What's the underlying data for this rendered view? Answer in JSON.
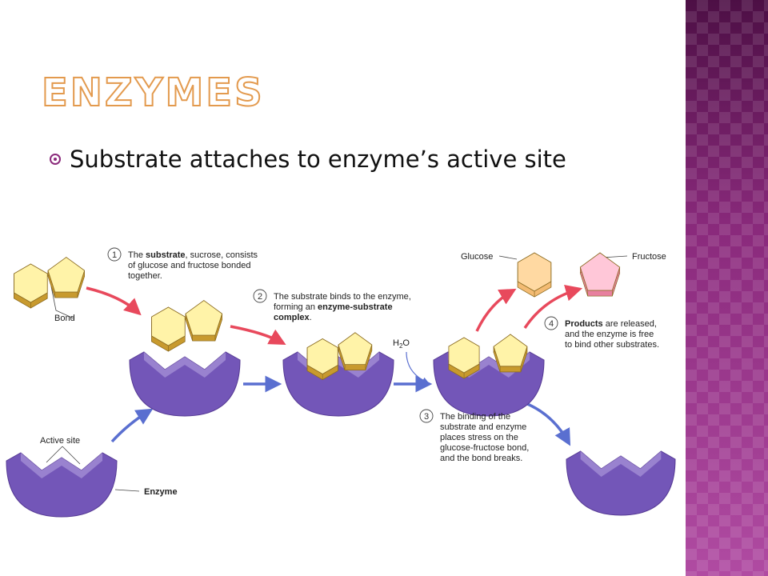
{
  "slide": {
    "title": "Enzymes",
    "bullet": "Substrate attaches to enzyme’s active site"
  },
  "diagram": {
    "labels": {
      "bond": "Bond",
      "active_site": "Active site",
      "enzyme": "Enzyme",
      "glucose": "Glucose",
      "fructose": "Fructose",
      "h2o_h": "H",
      "h2o_sub": "2",
      "h2o_o": "O"
    },
    "steps": [
      {
        "num": "1",
        "lines": [
          [
            {
              "b": false,
              "t": "The "
            },
            {
              "b": true,
              "t": "substrate"
            },
            {
              "b": false,
              "t": ", sucrose, consists"
            }
          ],
          [
            {
              "b": false,
              "t": "of glucose and fructose bonded"
            }
          ],
          [
            {
              "b": false,
              "t": "together."
            }
          ]
        ]
      },
      {
        "num": "2",
        "lines": [
          [
            {
              "b": false,
              "t": "The substrate binds to the enzyme,"
            }
          ],
          [
            {
              "b": false,
              "t": "forming an "
            },
            {
              "b": true,
              "t": "enzyme-substrate"
            }
          ],
          [
            {
              "b": true,
              "t": "complex"
            },
            {
              "b": false,
              "t": "."
            }
          ]
        ]
      },
      {
        "num": "3",
        "lines": [
          [
            {
              "b": false,
              "t": "The binding of the"
            }
          ],
          [
            {
              "b": false,
              "t": "substrate and enzyme"
            }
          ],
          [
            {
              "b": false,
              "t": "places stress on the"
            }
          ],
          [
            {
              "b": false,
              "t": "glucose-fructose bond,"
            }
          ],
          [
            {
              "b": false,
              "t": "and the bond breaks."
            }
          ]
        ]
      },
      {
        "num": "4",
        "lines": [
          [
            {
              "b": true,
              "t": "Products"
            },
            {
              "b": false,
              "t": " are released,"
            }
          ],
          [
            {
              "b": false,
              "t": "and the enzyme is free"
            }
          ],
          [
            {
              "b": false,
              "t": "to bind other substrates."
            }
          ]
        ]
      }
    ],
    "colors": {
      "enzyme_light": "#a08ad2",
      "enzyme": "#7356b8",
      "enzyme_dark": "#563a94",
      "substrate_light": "#fff3a8",
      "substrate": "#f6dc74",
      "substrate_dark": "#c89a2e",
      "glucose_light": "#ffd9a2",
      "glucose": "#f3bb73",
      "fructose_light": "#ffc7d8",
      "fructose": "#e7809f",
      "red_arrow": "#e8495c",
      "blue_arrow": "#5a6fd0"
    }
  }
}
